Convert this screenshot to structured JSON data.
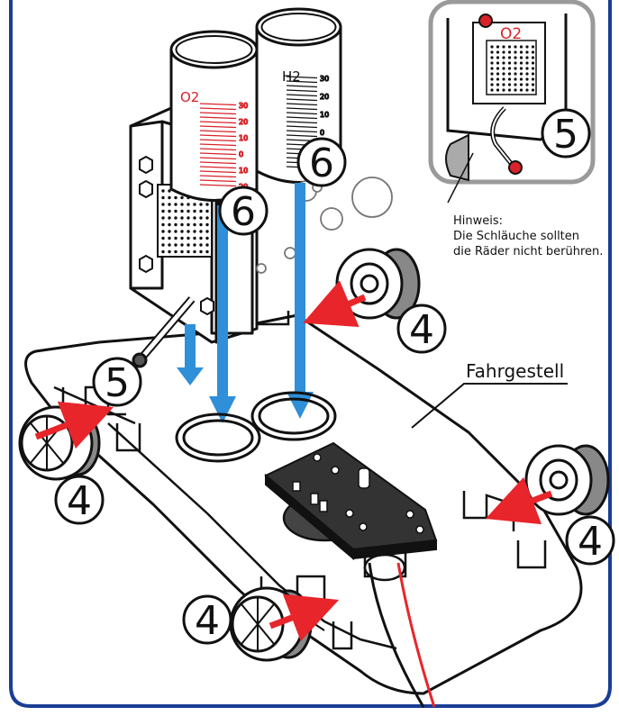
{
  "colors": {
    "border": "#1a3e96",
    "arrow_red": "#e8252a",
    "arrow_blue": "#2f8fd8",
    "o2_red": "#d9232a",
    "line": "#111111"
  },
  "callouts": {
    "six": "6",
    "five": "5",
    "four": "4"
  },
  "cylinders": {
    "o2_label": "O2",
    "h2_label": "H2",
    "scale": [
      "30",
      "20",
      "10",
      "0",
      "10",
      "20"
    ]
  },
  "inset": {
    "o2_label": "O2",
    "hint_title": "Hinweis:",
    "hint_line1": "Die Schläuche sollten",
    "hint_line2": "die Räder nicht berühren."
  },
  "labels": {
    "chassis": "Fahrgestell"
  }
}
